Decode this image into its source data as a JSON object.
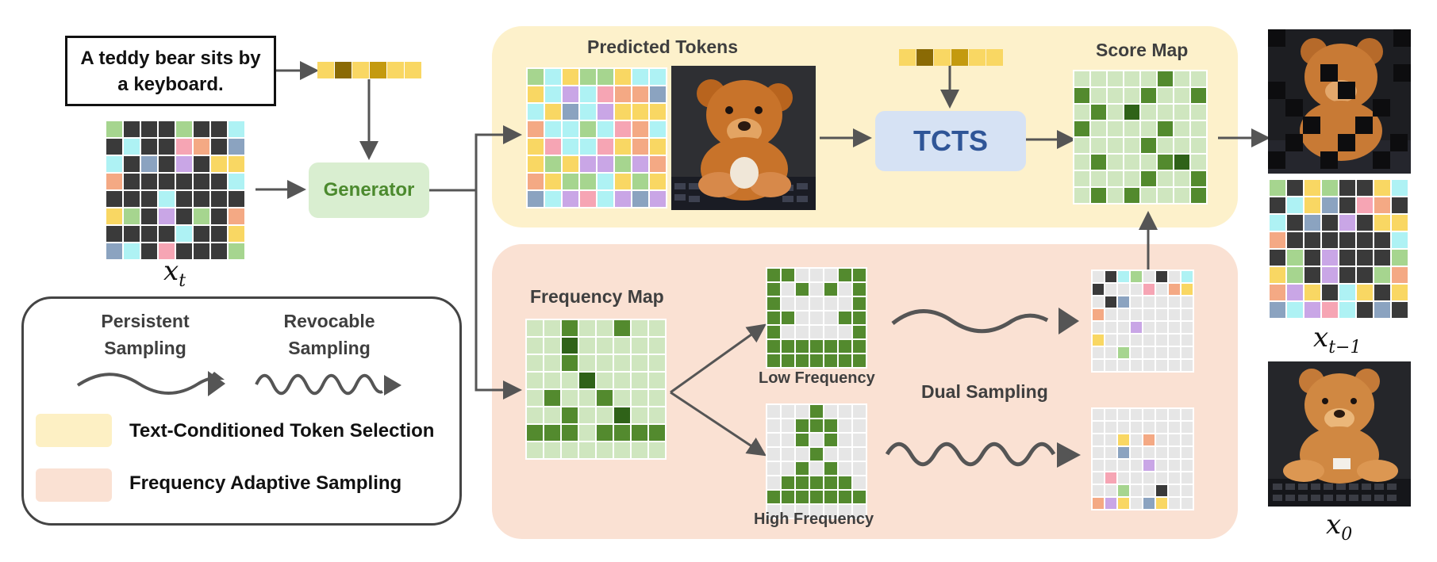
{
  "prompt_text": "A teddy bear sits by a keyboard.",
  "generator_label": "Generator",
  "tcts_label": "TCTS",
  "titles": {
    "predicted_tokens": "Predicted Tokens",
    "score_map": "Score Map",
    "frequency_map": "Frequency Map",
    "low_frequency": "Low Frequency",
    "high_frequency": "High Frequency",
    "dual_sampling": "Dual Sampling"
  },
  "legend": {
    "persistent": "Persistent\nSampling",
    "revocable": "Revocable\nSampling",
    "text_conditioned": "Text-Conditioned Token Selection",
    "frequency_adaptive": "Frequency Adaptive Sampling"
  },
  "math": {
    "x_t_base": "x",
    "x_t_sub": "t",
    "x_t1_base": "x",
    "x_t1_sub": "t−1",
    "x_0_base": "x",
    "x_0_sub": "0"
  },
  "colors": {
    "yellow_panel": "#fdf1cb",
    "peach_panel": "#fae1d3",
    "generator_bg": "#d9eed0",
    "generator_text": "#4c8a2e",
    "tcts_bg": "#d6e2f4",
    "tcts_text": "#2f5597",
    "arrow": "#555555",
    "legend_yellow": "#fdf0c4",
    "legend_peach": "#fae1d3"
  },
  "palette": [
    "#3a3a3a",
    "#a6d58f",
    "#aef2f4",
    "#f6a5b4",
    "#f4a984",
    "#c9a6e6",
    "#8ba3c0",
    "#f9d763",
    "#e6e6e6",
    "#538a2e",
    "#cfe6bf",
    "#2f6218",
    "#ffffff"
  ],
  "token_strips": {
    "top": [
      7,
      20,
      7,
      25,
      7,
      7
    ],
    "tcts": [
      7,
      20,
      7,
      25,
      7,
      7
    ]
  },
  "grids": {
    "xt": [
      [
        1,
        0,
        0,
        0,
        1,
        0,
        0,
        2
      ],
      [
        0,
        2,
        0,
        0,
        3,
        4,
        0,
        6
      ],
      [
        2,
        0,
        6,
        0,
        5,
        0,
        7,
        7
      ],
      [
        4,
        0,
        0,
        0,
        0,
        0,
        0,
        2
      ],
      [
        0,
        0,
        0,
        2,
        0,
        0,
        0,
        0
      ],
      [
        7,
        1,
        0,
        5,
        0,
        1,
        0,
        4
      ],
      [
        0,
        0,
        0,
        0,
        2,
        0,
        0,
        7
      ],
      [
        6,
        2,
        0,
        3,
        0,
        0,
        0,
        1
      ]
    ],
    "predicted": [
      [
        1,
        2,
        7,
        1,
        1,
        7,
        2,
        2
      ],
      [
        7,
        2,
        5,
        2,
        3,
        4,
        4,
        6
      ],
      [
        2,
        7,
        6,
        2,
        5,
        7,
        7,
        7
      ],
      [
        4,
        2,
        2,
        1,
        2,
        3,
        4,
        2
      ],
      [
        7,
        3,
        2,
        2,
        3,
        7,
        4,
        7
      ],
      [
        7,
        1,
        7,
        5,
        5,
        1,
        5,
        4
      ],
      [
        4,
        7,
        1,
        1,
        2,
        7,
        1,
        7
      ],
      [
        6,
        2,
        5,
        3,
        2,
        5,
        6,
        5
      ]
    ],
    "score": [
      [
        10,
        10,
        10,
        10,
        10,
        9,
        10,
        10
      ],
      [
        9,
        10,
        10,
        10,
        9,
        10,
        10,
        9
      ],
      [
        10,
        9,
        10,
        11,
        10,
        10,
        10,
        10
      ],
      [
        9,
        10,
        10,
        10,
        10,
        9,
        10,
        10
      ],
      [
        10,
        10,
        10,
        10,
        9,
        10,
        10,
        10
      ],
      [
        10,
        9,
        10,
        10,
        10,
        9,
        11,
        10
      ],
      [
        10,
        10,
        10,
        10,
        9,
        10,
        10,
        9
      ],
      [
        10,
        9,
        10,
        9,
        10,
        10,
        10,
        9
      ]
    ],
    "frequency": [
      [
        10,
        10,
        9,
        10,
        10,
        9,
        10,
        10
      ],
      [
        10,
        10,
        11,
        10,
        10,
        10,
        10,
        10
      ],
      [
        10,
        10,
        9,
        10,
        10,
        10,
        10,
        10
      ],
      [
        10,
        10,
        10,
        11,
        10,
        10,
        10,
        10
      ],
      [
        10,
        9,
        10,
        10,
        9,
        10,
        10,
        10
      ],
      [
        10,
        10,
        9,
        10,
        10,
        11,
        10,
        10
      ],
      [
        9,
        9,
        9,
        10,
        9,
        9,
        9,
        9
      ],
      [
        10,
        10,
        10,
        10,
        10,
        10,
        10,
        10
      ]
    ],
    "low_freq": [
      [
        9,
        9,
        8,
        8,
        8,
        9,
        9
      ],
      [
        9,
        8,
        9,
        8,
        9,
        8,
        9
      ],
      [
        9,
        8,
        8,
        8,
        8,
        8,
        9
      ],
      [
        9,
        9,
        8,
        8,
        8,
        9,
        9
      ],
      [
        9,
        8,
        8,
        8,
        8,
        8,
        9
      ],
      [
        9,
        9,
        9,
        9,
        9,
        9,
        9
      ],
      [
        9,
        9,
        9,
        9,
        9,
        9,
        9
      ]
    ],
    "high_freq": [
      [
        8,
        8,
        8,
        9,
        8,
        8,
        8
      ],
      [
        8,
        8,
        9,
        9,
        9,
        8,
        8
      ],
      [
        8,
        8,
        9,
        8,
        9,
        8,
        8
      ],
      [
        8,
        8,
        8,
        9,
        8,
        8,
        8
      ],
      [
        8,
        8,
        9,
        8,
        9,
        8,
        8
      ],
      [
        8,
        9,
        9,
        9,
        9,
        9,
        8
      ],
      [
        9,
        9,
        9,
        9,
        9,
        9,
        9
      ],
      [
        8,
        8,
        8,
        8,
        8,
        8,
        8
      ]
    ],
    "dual_top": [
      [
        8,
        0,
        2,
        1,
        8,
        0,
        8,
        2
      ],
      [
        0,
        8,
        8,
        8,
        3,
        8,
        4,
        7
      ],
      [
        8,
        0,
        6,
        8,
        8,
        8,
        8,
        8
      ],
      [
        4,
        8,
        8,
        8,
        8,
        8,
        8,
        8
      ],
      [
        8,
        8,
        8,
        5,
        8,
        8,
        8,
        8
      ],
      [
        7,
        8,
        8,
        8,
        8,
        8,
        8,
        8
      ],
      [
        8,
        8,
        1,
        8,
        8,
        8,
        8,
        8
      ],
      [
        8,
        8,
        8,
        8,
        8,
        8,
        8,
        8
      ]
    ],
    "dual_bottom": [
      [
        8,
        8,
        8,
        8,
        8,
        8,
        8,
        8
      ],
      [
        8,
        8,
        8,
        8,
        8,
        8,
        8,
        8
      ],
      [
        8,
        8,
        7,
        8,
        4,
        8,
        8,
        8
      ],
      [
        8,
        8,
        6,
        8,
        8,
        8,
        8,
        8
      ],
      [
        8,
        8,
        8,
        8,
        5,
        8,
        8,
        8
      ],
      [
        8,
        3,
        8,
        8,
        8,
        8,
        8,
        8
      ],
      [
        8,
        8,
        1,
        8,
        8,
        0,
        8,
        8
      ],
      [
        4,
        5,
        7,
        8,
        6,
        7,
        8,
        8
      ]
    ],
    "xt1": [
      [
        1,
        0,
        7,
        1,
        0,
        0,
        7,
        2
      ],
      [
        0,
        2,
        7,
        6,
        0,
        3,
        4,
        0
      ],
      [
        2,
        0,
        6,
        0,
        5,
        0,
        7,
        7
      ],
      [
        4,
        0,
        0,
        0,
        0,
        0,
        0,
        2
      ],
      [
        0,
        1,
        0,
        5,
        0,
        0,
        0,
        1
      ],
      [
        7,
        1,
        0,
        5,
        0,
        0,
        1,
        4
      ],
      [
        4,
        5,
        7,
        0,
        2,
        7,
        0,
        7
      ],
      [
        6,
        2,
        5,
        3,
        2,
        0,
        6,
        0
      ]
    ]
  }
}
